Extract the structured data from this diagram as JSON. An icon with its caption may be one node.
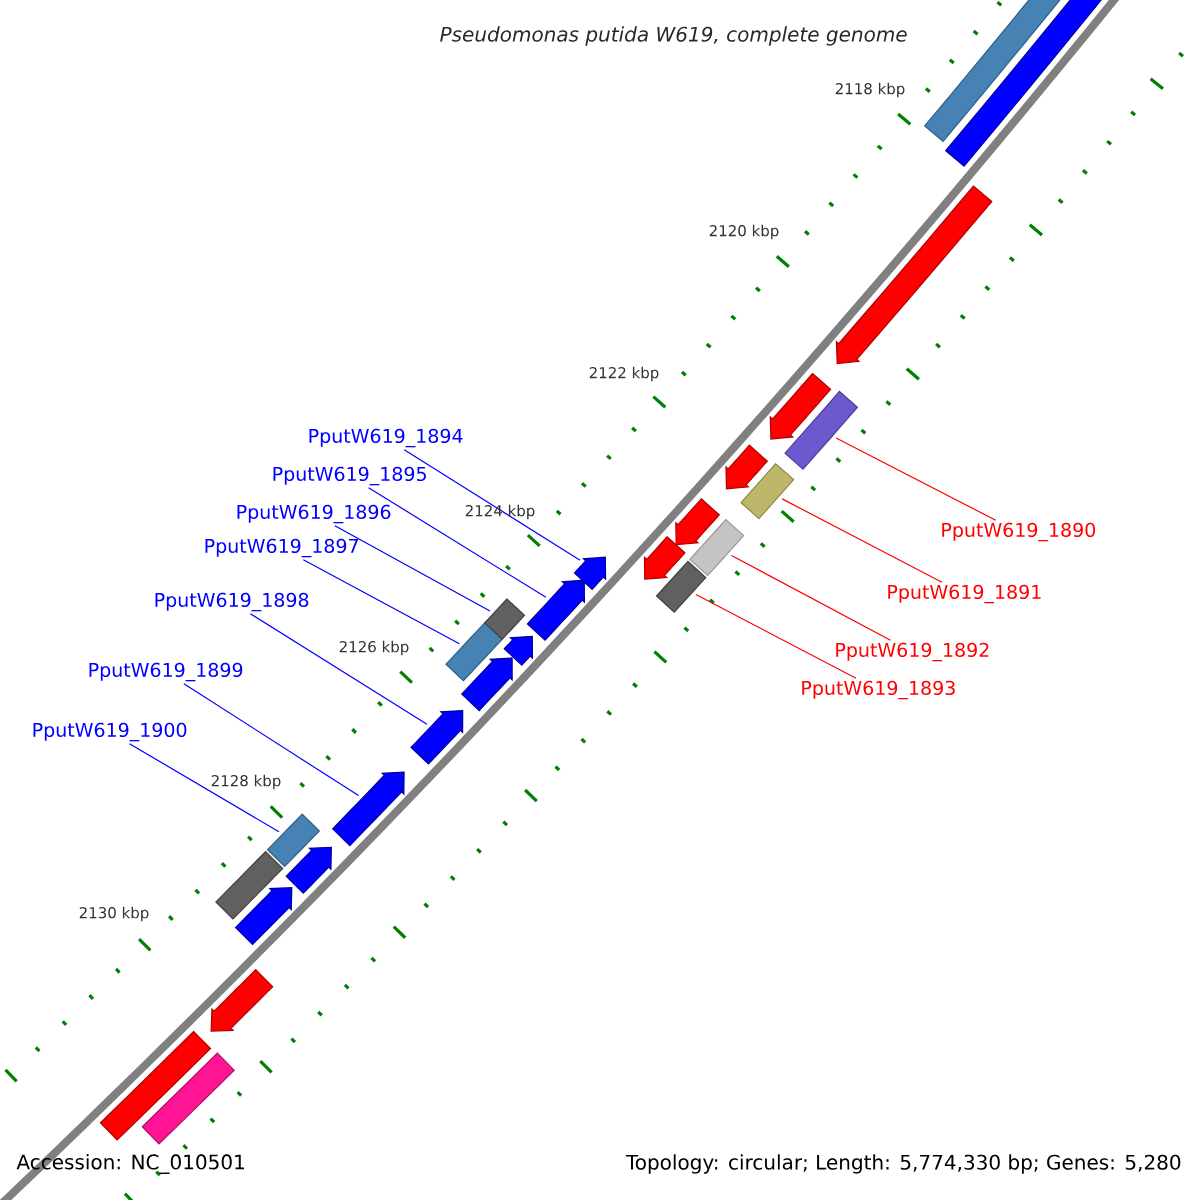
{
  "diagram": {
    "title": "Pseudomonas putida W619, complete genome",
    "nodes": [
      {
        "text": [
          "PputW619_1894"
        ]
      },
      {
        "text": [
          "PputW619_1895"
        ]
      },
      {
        "text": [
          "PputW619_1896"
        ]
      },
      {
        "text": [
          "PputW619_1897"
        ]
      },
      {
        "text": [
          "PputW619_1898"
        ]
      },
      {
        "text": [
          "PputW619_1899"
        ]
      },
      {
        "text": [
          "PputW619_1900"
        ]
      },
      {
        "text": [
          "PputW619_1890"
        ]
      },
      {
        "text": [
          "PputW619_1891"
        ]
      },
      {
        "text": [
          "PputW619_1892"
        ]
      },
      {
        "text": [
          "PputW619_1893"
        ]
      },
      {
        "text": [],
        "shape": "bar"
      },
      {
        "text": [],
        "shape": "bar"
      },
      {
        "text": [],
        "shape": "pentagon"
      },
      {
        "text": [],
        "shape": "pentagon"
      },
      {
        "text": [],
        "shape": "bar"
      },
      {
        "text": [],
        "shape": "pentagon"
      },
      {
        "text": [],
        "shape": "bar"
      },
      {
        "text": [],
        "shape": "pentagon"
      },
      {
        "text": [],
        "shape": "bar"
      },
      {
        "text": [],
        "shape": "pentagon"
      },
      {
        "text": [],
        "shape": "pentagon"
      },
      {
        "text": [],
        "shape": "bar"
      },
      {
        "text": [],
        "shape": "pentagon"
      },
      {
        "text": [],
        "shape": "bar"
      },
      {
        "text": [],
        "shape": "pentagon"
      },
      {
        "text": [],
        "shape": "bar"
      },
      {
        "text": [],
        "shape": "pentagon"
      },
      {
        "text": [],
        "shape": "pentagon"
      },
      {
        "text": [],
        "shape": "pentagon"
      },
      {
        "text": [],
        "shape": "bar"
      },
      {
        "text": [],
        "shape": "pentagon"
      },
      {
        "text": [],
        "shape": "bar"
      },
      {
        "text": [],
        "shape": "pentagon"
      },
      {
        "text": [],
        "shape": "pentagon"
      },
      {
        "text": [],
        "shape": "bar"
      },
      {
        "text": [],
        "shape": "bar"
      }
    ],
    "edges": [
      {
        "from": 0,
        "to": 21,
        "arrow": "none"
      },
      {
        "from": 1,
        "to": 23,
        "arrow": "none"
      },
      {
        "from": 2,
        "to": 24,
        "arrow": "none"
      },
      {
        "from": 3,
        "to": 26,
        "arrow": "none"
      },
      {
        "from": 4,
        "to": 28,
        "arrow": "none"
      },
      {
        "from": 5,
        "to": 29,
        "arrow": "none"
      },
      {
        "from": 6,
        "to": 30,
        "arrow": "none"
      },
      {
        "from": 7,
        "to": 15,
        "arrow": "none",
        "color": "#ff0000"
      },
      {
        "from": 8,
        "to": 17,
        "arrow": "none",
        "color": "#ff0000"
      },
      {
        "from": 9,
        "to": 19,
        "arrow": "none",
        "color": "#ff0000"
      },
      {
        "from": 10,
        "to": 22,
        "arrow": "none",
        "color": "#ff0000"
      }
    ],
    "labels": [
      "2118 kbp",
      "2120 kbp",
      "2122 kbp",
      "2124 kbp",
      "2126 kbp",
      "2128 kbp",
      "2130 kbp",
      "Accession: NC_010501",
      "Topology: circular; Length: 5,774,330 bp; Genes: 5,280"
    ]
  }
}
